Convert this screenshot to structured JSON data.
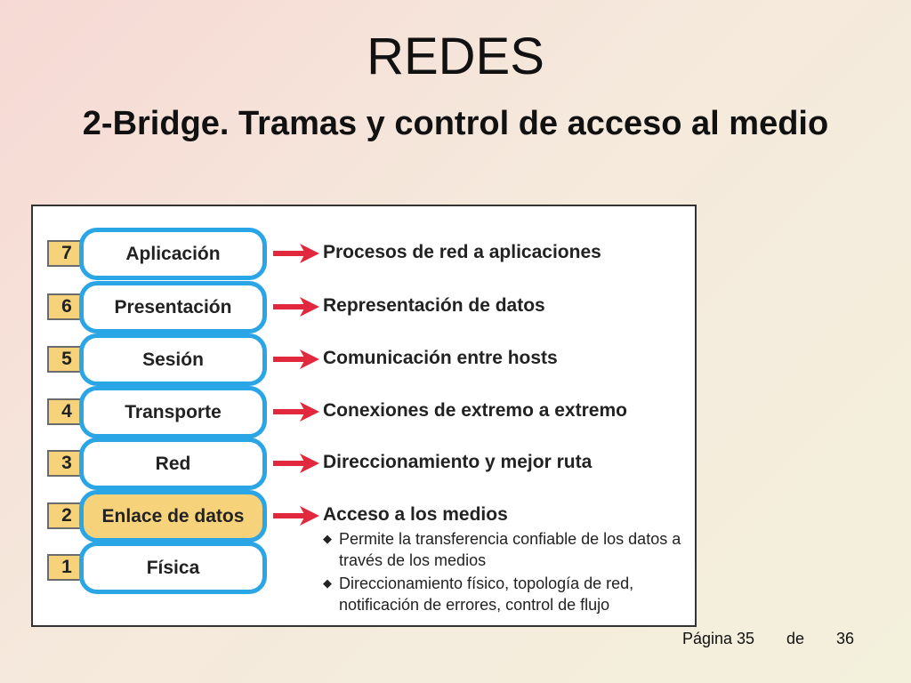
{
  "title": "REDES",
  "subtitle": "2-Bridge. Tramas y control de acceso al medio",
  "osi_layers": [
    {
      "number": "7",
      "name": "Aplicación",
      "description": "Procesos de red a aplicaciones"
    },
    {
      "number": "6",
      "name": "Presentación",
      "description": "Representación de datos"
    },
    {
      "number": "5",
      "name": "Sesión",
      "description": "Comunicación entre hosts"
    },
    {
      "number": "4",
      "name": "Transporte",
      "description": "Conexiones de extremo a extremo"
    },
    {
      "number": "3",
      "name": "Red",
      "description": "Direccionamiento y mejor ruta"
    },
    {
      "number": "2",
      "name": "Enlace de datos",
      "description": "Acceso a los medios",
      "highlighted": true
    },
    {
      "number": "1",
      "name": "Física",
      "description": ""
    }
  ],
  "bullets": [
    "Permite la transferencia confiable de los datos a través de los medios",
    "Direccionamiento físico, topología de red, notificación de errores, control de flujo"
  ],
  "colors": {
    "layer_border": "#2aa5e6",
    "highlight": "#f6d37a",
    "arrow": "#e2283d"
  },
  "icons": {
    "arrow": "arrow-right-icon",
    "bullet": "diamond-bullet-icon"
  },
  "footer": {
    "page_label": "Página 35",
    "of_label": "de",
    "total": "36"
  }
}
